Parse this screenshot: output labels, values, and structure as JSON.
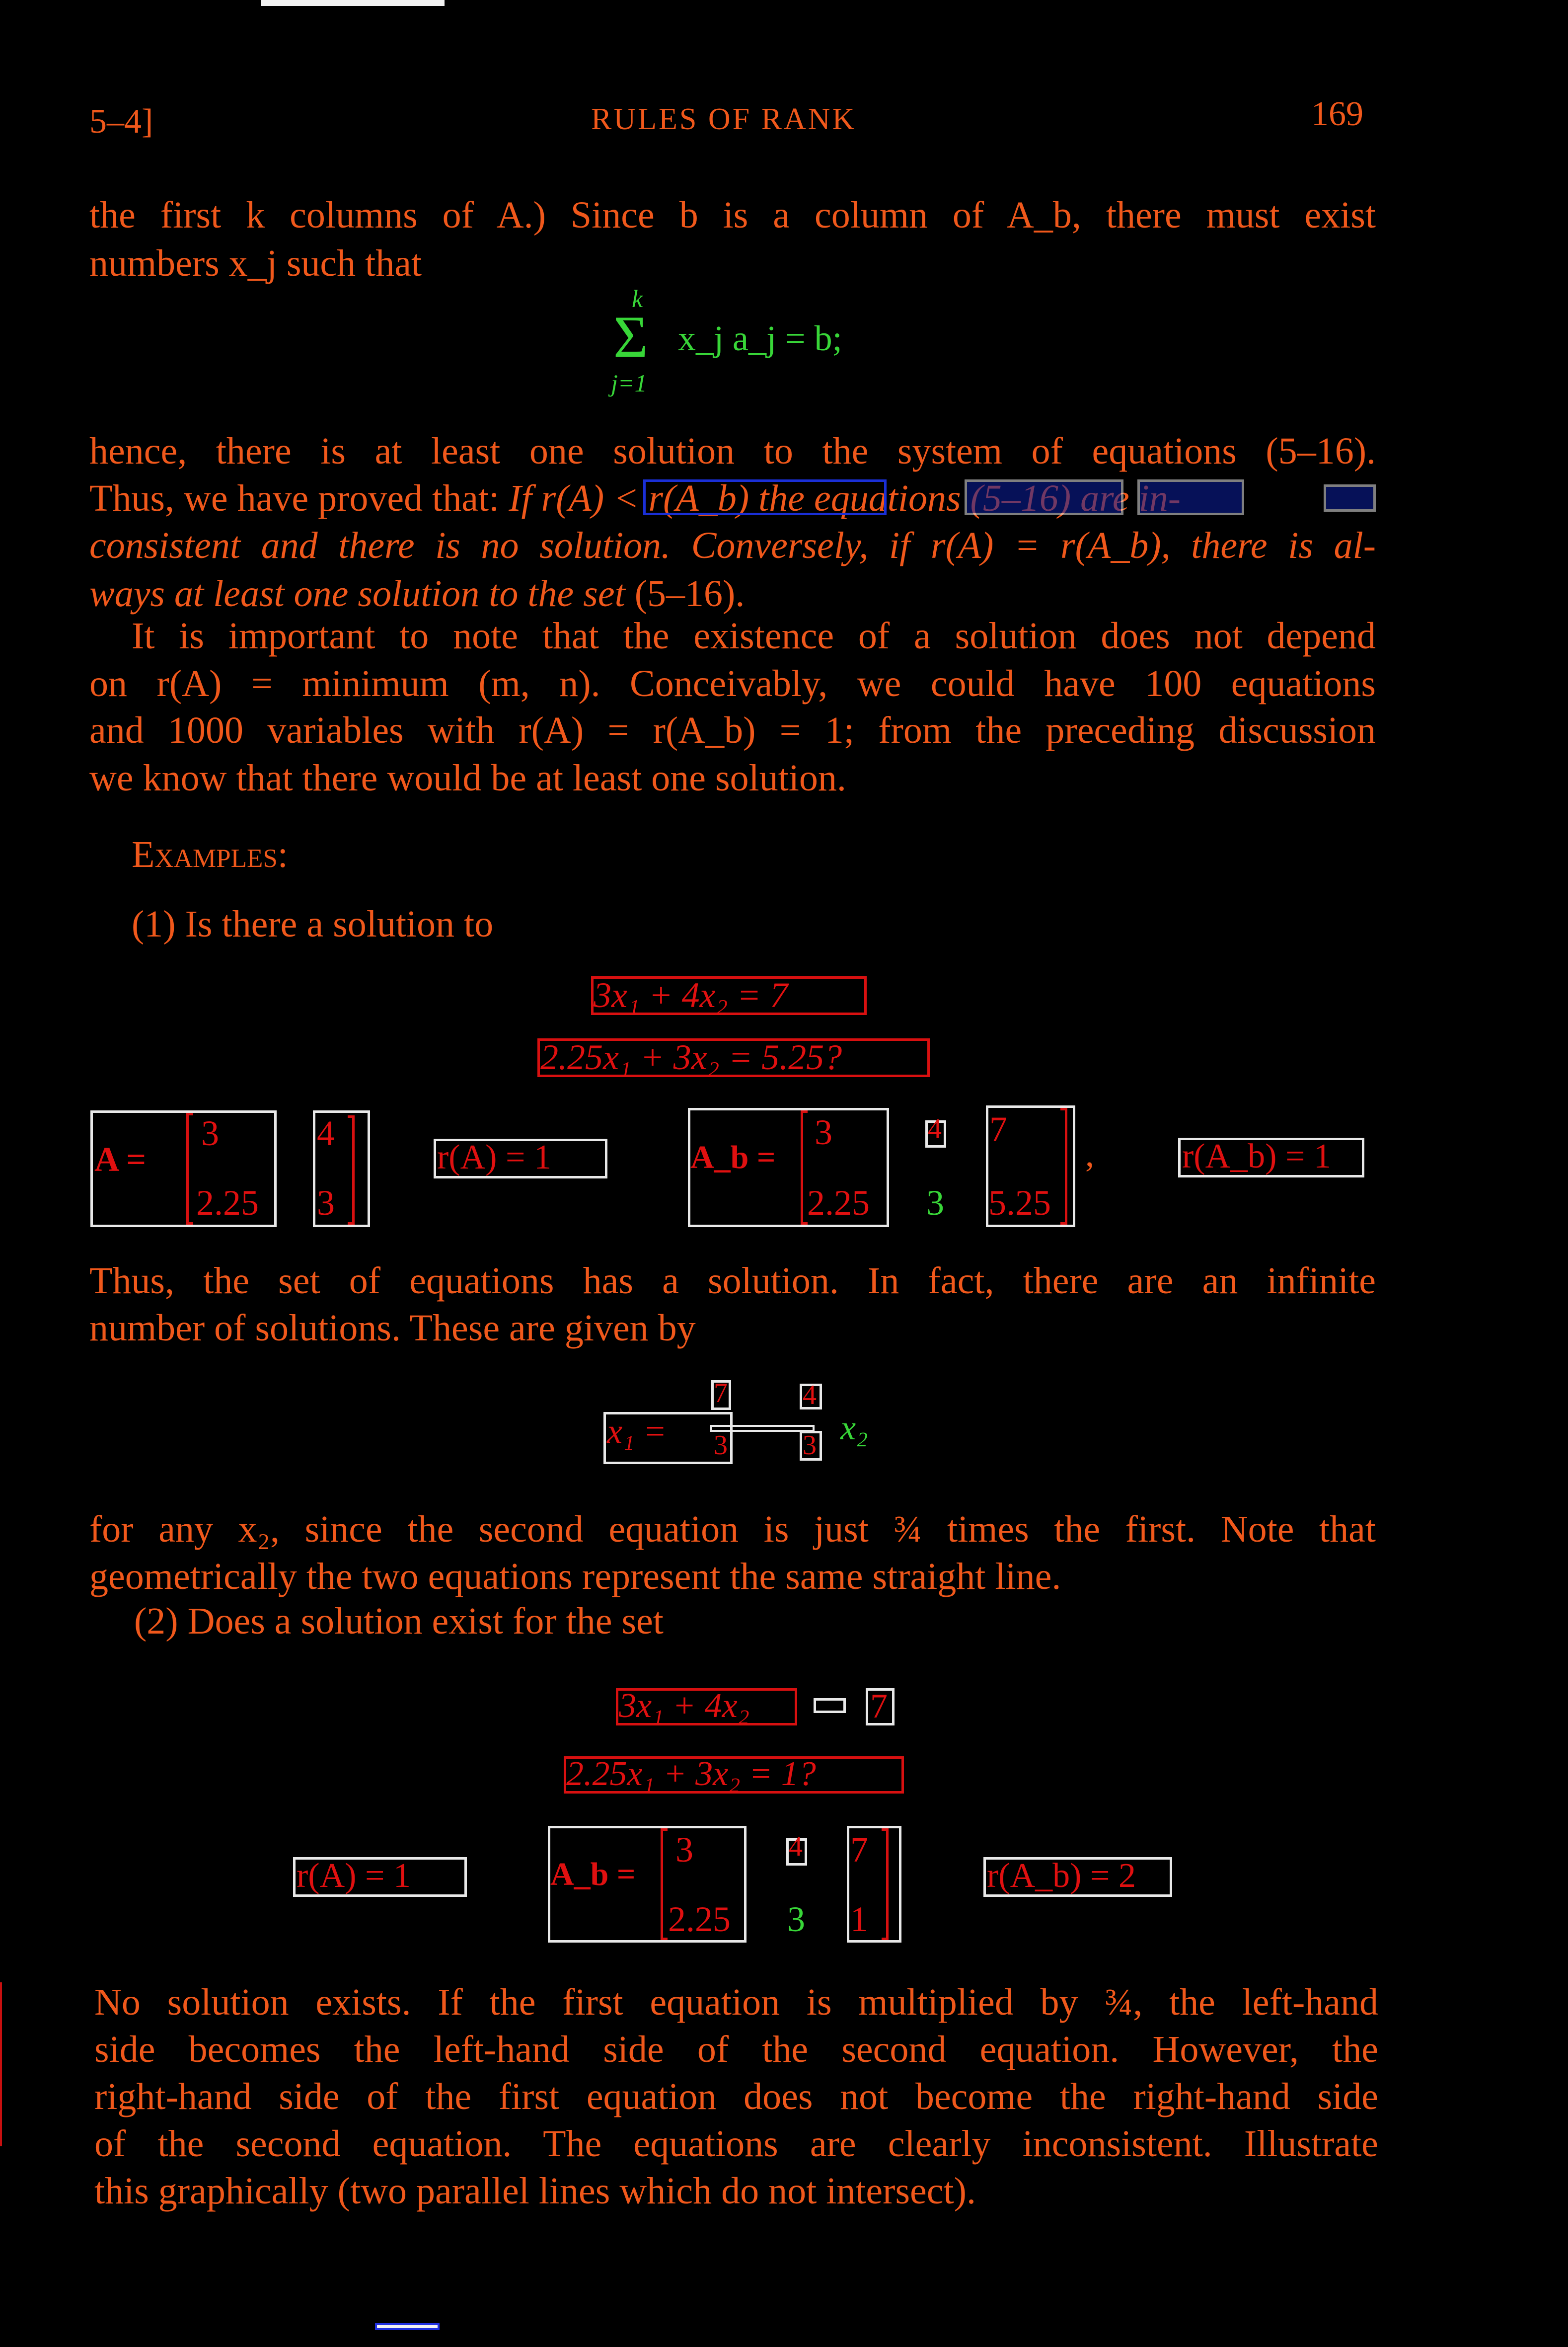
{
  "header": {
    "section": "5–4]",
    "title": "RULES OF RANK",
    "page": "169"
  },
  "para1": {
    "l1": "the first k columns of A.)  Since b is a column of A_b, there must exist",
    "l2": "numbers x_j such that"
  },
  "eq_sum": {
    "upper": "k",
    "sigma": "Σ",
    "body": "x_j a_j = b;",
    "lower": "j=1"
  },
  "para2": {
    "l1": "hence, there is at least one solution to the system of equations (5–16).",
    "l2a": "Thus, we have proved that: ",
    "l2b": "If r(A) < r(A_b) the equations (5–16) are in-",
    "l3": "consistent and there is no solution. Conversely, if r(A) = r(A_b), there is al-",
    "l4a": "ways at least one solution to the set",
    "l4b": " (5–16)."
  },
  "para3": {
    "l1": "It is important to note that the existence of a solution does not depend",
    "l2": "on r(A) = minimum (m, n).  Conceivably, we could have 100 equations",
    "l3": "and 1000 variables with r(A) = r(A_b) = 1; from the preceding discussion",
    "l4": "we know that there would be at least one solution."
  },
  "examples_heading": "Examples:",
  "ex1": {
    "question": "(1) Is there a solution to",
    "eq1": "3x₁ + 4x₂ = 7",
    "eq2": "2.25x₁ + 3x₂ = 5.25?",
    "A_label": "A =",
    "A_c1": [
      "3",
      "2.25"
    ],
    "A_c2": [
      "4",
      "3"
    ],
    "rA": "r(A) = 1",
    "Ab_label": "A_b =",
    "Ab_c1": [
      "3",
      "2.25"
    ],
    "Ab_c2": [
      "4",
      "3"
    ],
    "Ab_c3": [
      "7",
      "5.25"
    ],
    "comma": ",",
    "rAb": "r(A_b) = 1"
  },
  "para4": {
    "l1": "Thus, the set of equations has a solution.  In fact, there are an infinite",
    "l2": "number of solutions.  These are given by"
  },
  "eq_sol": {
    "lhs": "x₁ =",
    "n1": "7",
    "d1": "3",
    "minus": "−",
    "n2": "4",
    "d2": "3",
    "x2": "x₂"
  },
  "para5": {
    "l1": "for any x₂, since the second equation is just ¾ times the first.  Note that",
    "l2": "geometrically the two equations represent the same straight line."
  },
  "ex2": {
    "question": "(2) Does a solution exist for the set",
    "eq1a": "3x₁ + 4x₂",
    "eq1b": "=",
    "eq1c": "7",
    "eq2": "2.25x₁ + 3x₂ = 1?",
    "rA": "r(A) = 1",
    "Ab_label": "A_b =",
    "Ab_c1": [
      "3",
      "2.25"
    ],
    "Ab_c2": [
      "4",
      "3"
    ],
    "Ab_c3": [
      "7",
      "1"
    ],
    "rAb": "r(A_b) = 2"
  },
  "para6": {
    "l1": "No solution exists.  If the first equation is multiplied by ¾, the left-hand",
    "l2": "side becomes the left-hand side of the second equation.  However, the",
    "l3": "right-hand side of the first equation does not become the right-hand side",
    "l4": "of the second equation.  The equations are clearly inconsistent.  Illustrate",
    "l5": "this graphically (two parallel lines which do not intersect)."
  }
}
